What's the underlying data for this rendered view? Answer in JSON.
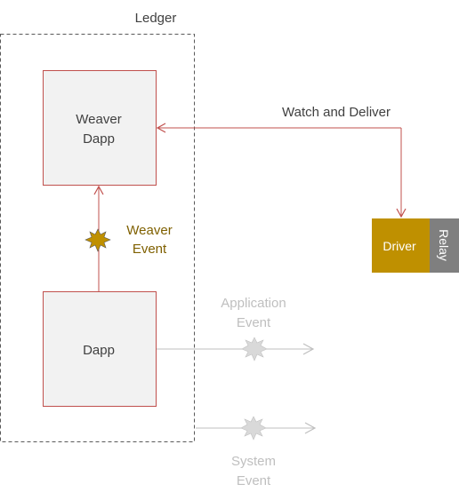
{
  "ledger": {
    "label": "Ledger"
  },
  "weaver_dapp": {
    "line1": "Weaver",
    "line2": "Dapp"
  },
  "dapp": {
    "label": "Dapp"
  },
  "watch_deliver": {
    "label": "Watch and Deliver"
  },
  "driver": {
    "label": "Driver"
  },
  "relay": {
    "label": "Relay"
  },
  "weaver_event": {
    "line1": "Weaver",
    "line2": "Event"
  },
  "application_event": {
    "line1": "Application",
    "line2": "Event"
  },
  "system_event": {
    "line1": "System",
    "line2": "Event"
  },
  "colors": {
    "box_fill": "#f2f2f2",
    "box_stroke": "#c0504d",
    "driver_fill": "#bf9000",
    "relay_fill": "#7f7f7f",
    "weaver_event_text": "#7f6000",
    "faded_text": "#bfbfbf",
    "faded_arrow": "#bfbfbf",
    "dark_text": "#404040"
  }
}
